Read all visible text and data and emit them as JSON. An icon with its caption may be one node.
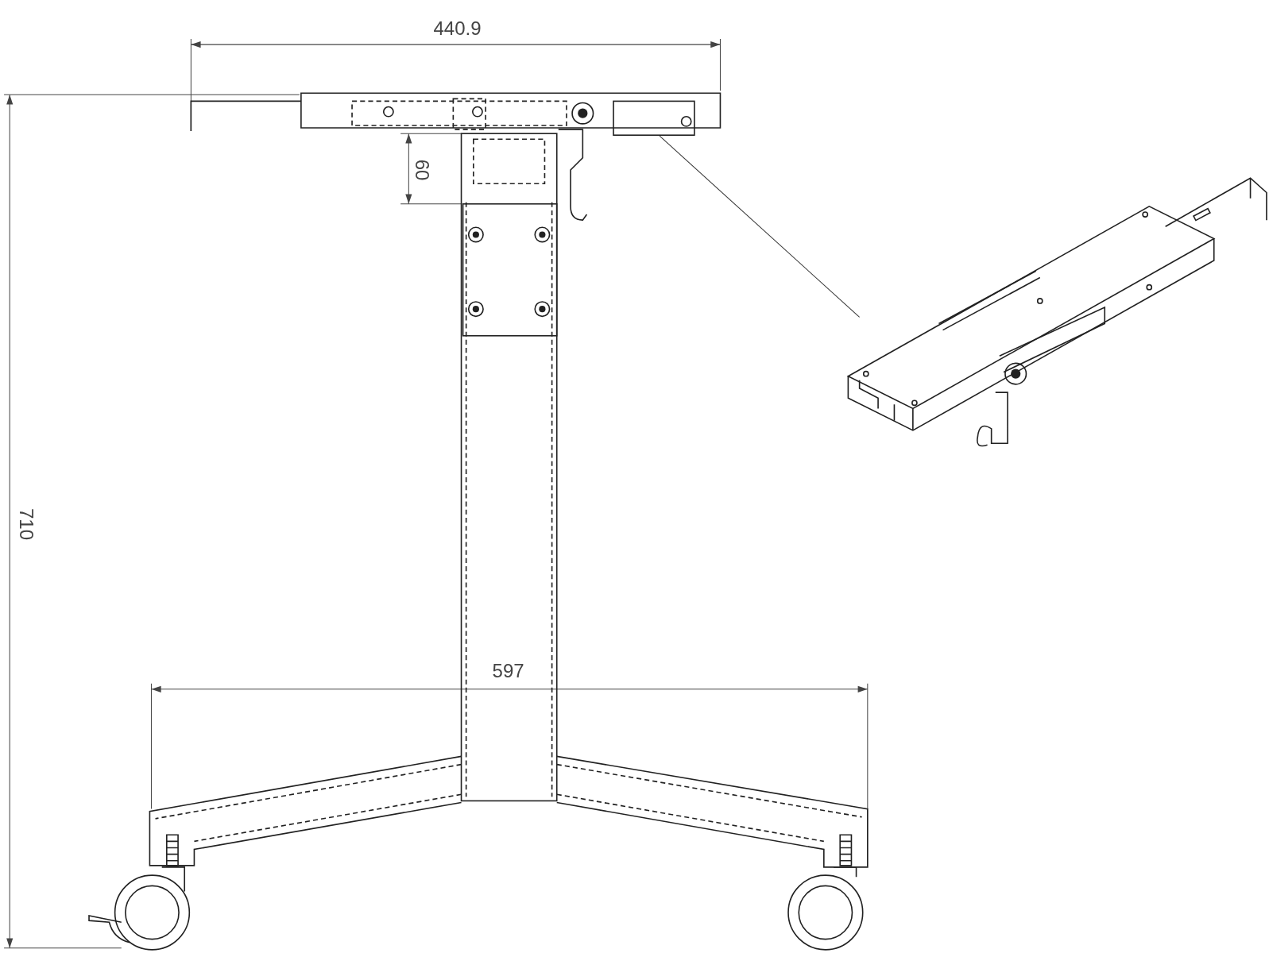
{
  "diagram": {
    "nodes": [
      {
        "text": [],
        "shape": "picture"
      },
      {
        "text": [],
        "shape": "picture"
      }
    ],
    "edges": [
      {
        "from": 0,
        "to": 1,
        "arrow": "none"
      }
    ],
    "labels": [
      "440.9",
      "60",
      "710",
      "597"
    ]
  }
}
